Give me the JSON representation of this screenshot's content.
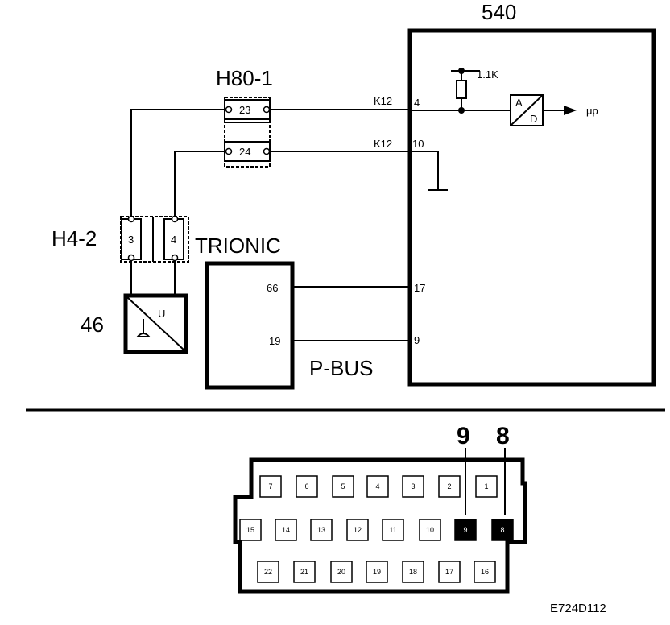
{
  "ecu": {
    "label": "540",
    "resistor": "1.1K",
    "ad_a": "A",
    "ad_d": "D",
    "output": "μp",
    "pins": {
      "p4": "4",
      "p10": "10",
      "p17": "17",
      "p9": "9"
    }
  },
  "wires": {
    "k12_a": "K12",
    "k12_b": "K12"
  },
  "h80": {
    "label": "H80-1",
    "pin23": "23",
    "pin24": "24"
  },
  "h4": {
    "label": "H4-2",
    "pin3": "3",
    "pin4": "4"
  },
  "sensor": {
    "label": "46",
    "u": "U"
  },
  "trionic": {
    "label": "TRIONIC",
    "pin66": "66",
    "pin19": "19"
  },
  "bus": {
    "label": "P-BUS"
  },
  "connector": {
    "callout_9": "9",
    "callout_8": "8",
    "row1": [
      "7",
      "6",
      "5",
      "4",
      "3",
      "2",
      "1"
    ],
    "row2": [
      "15",
      "14",
      "13",
      "12",
      "11",
      "10",
      "9",
      "8"
    ],
    "row3": [
      "22",
      "21",
      "20",
      "19",
      "18",
      "17",
      "16"
    ]
  },
  "figure_id": "E724D112"
}
